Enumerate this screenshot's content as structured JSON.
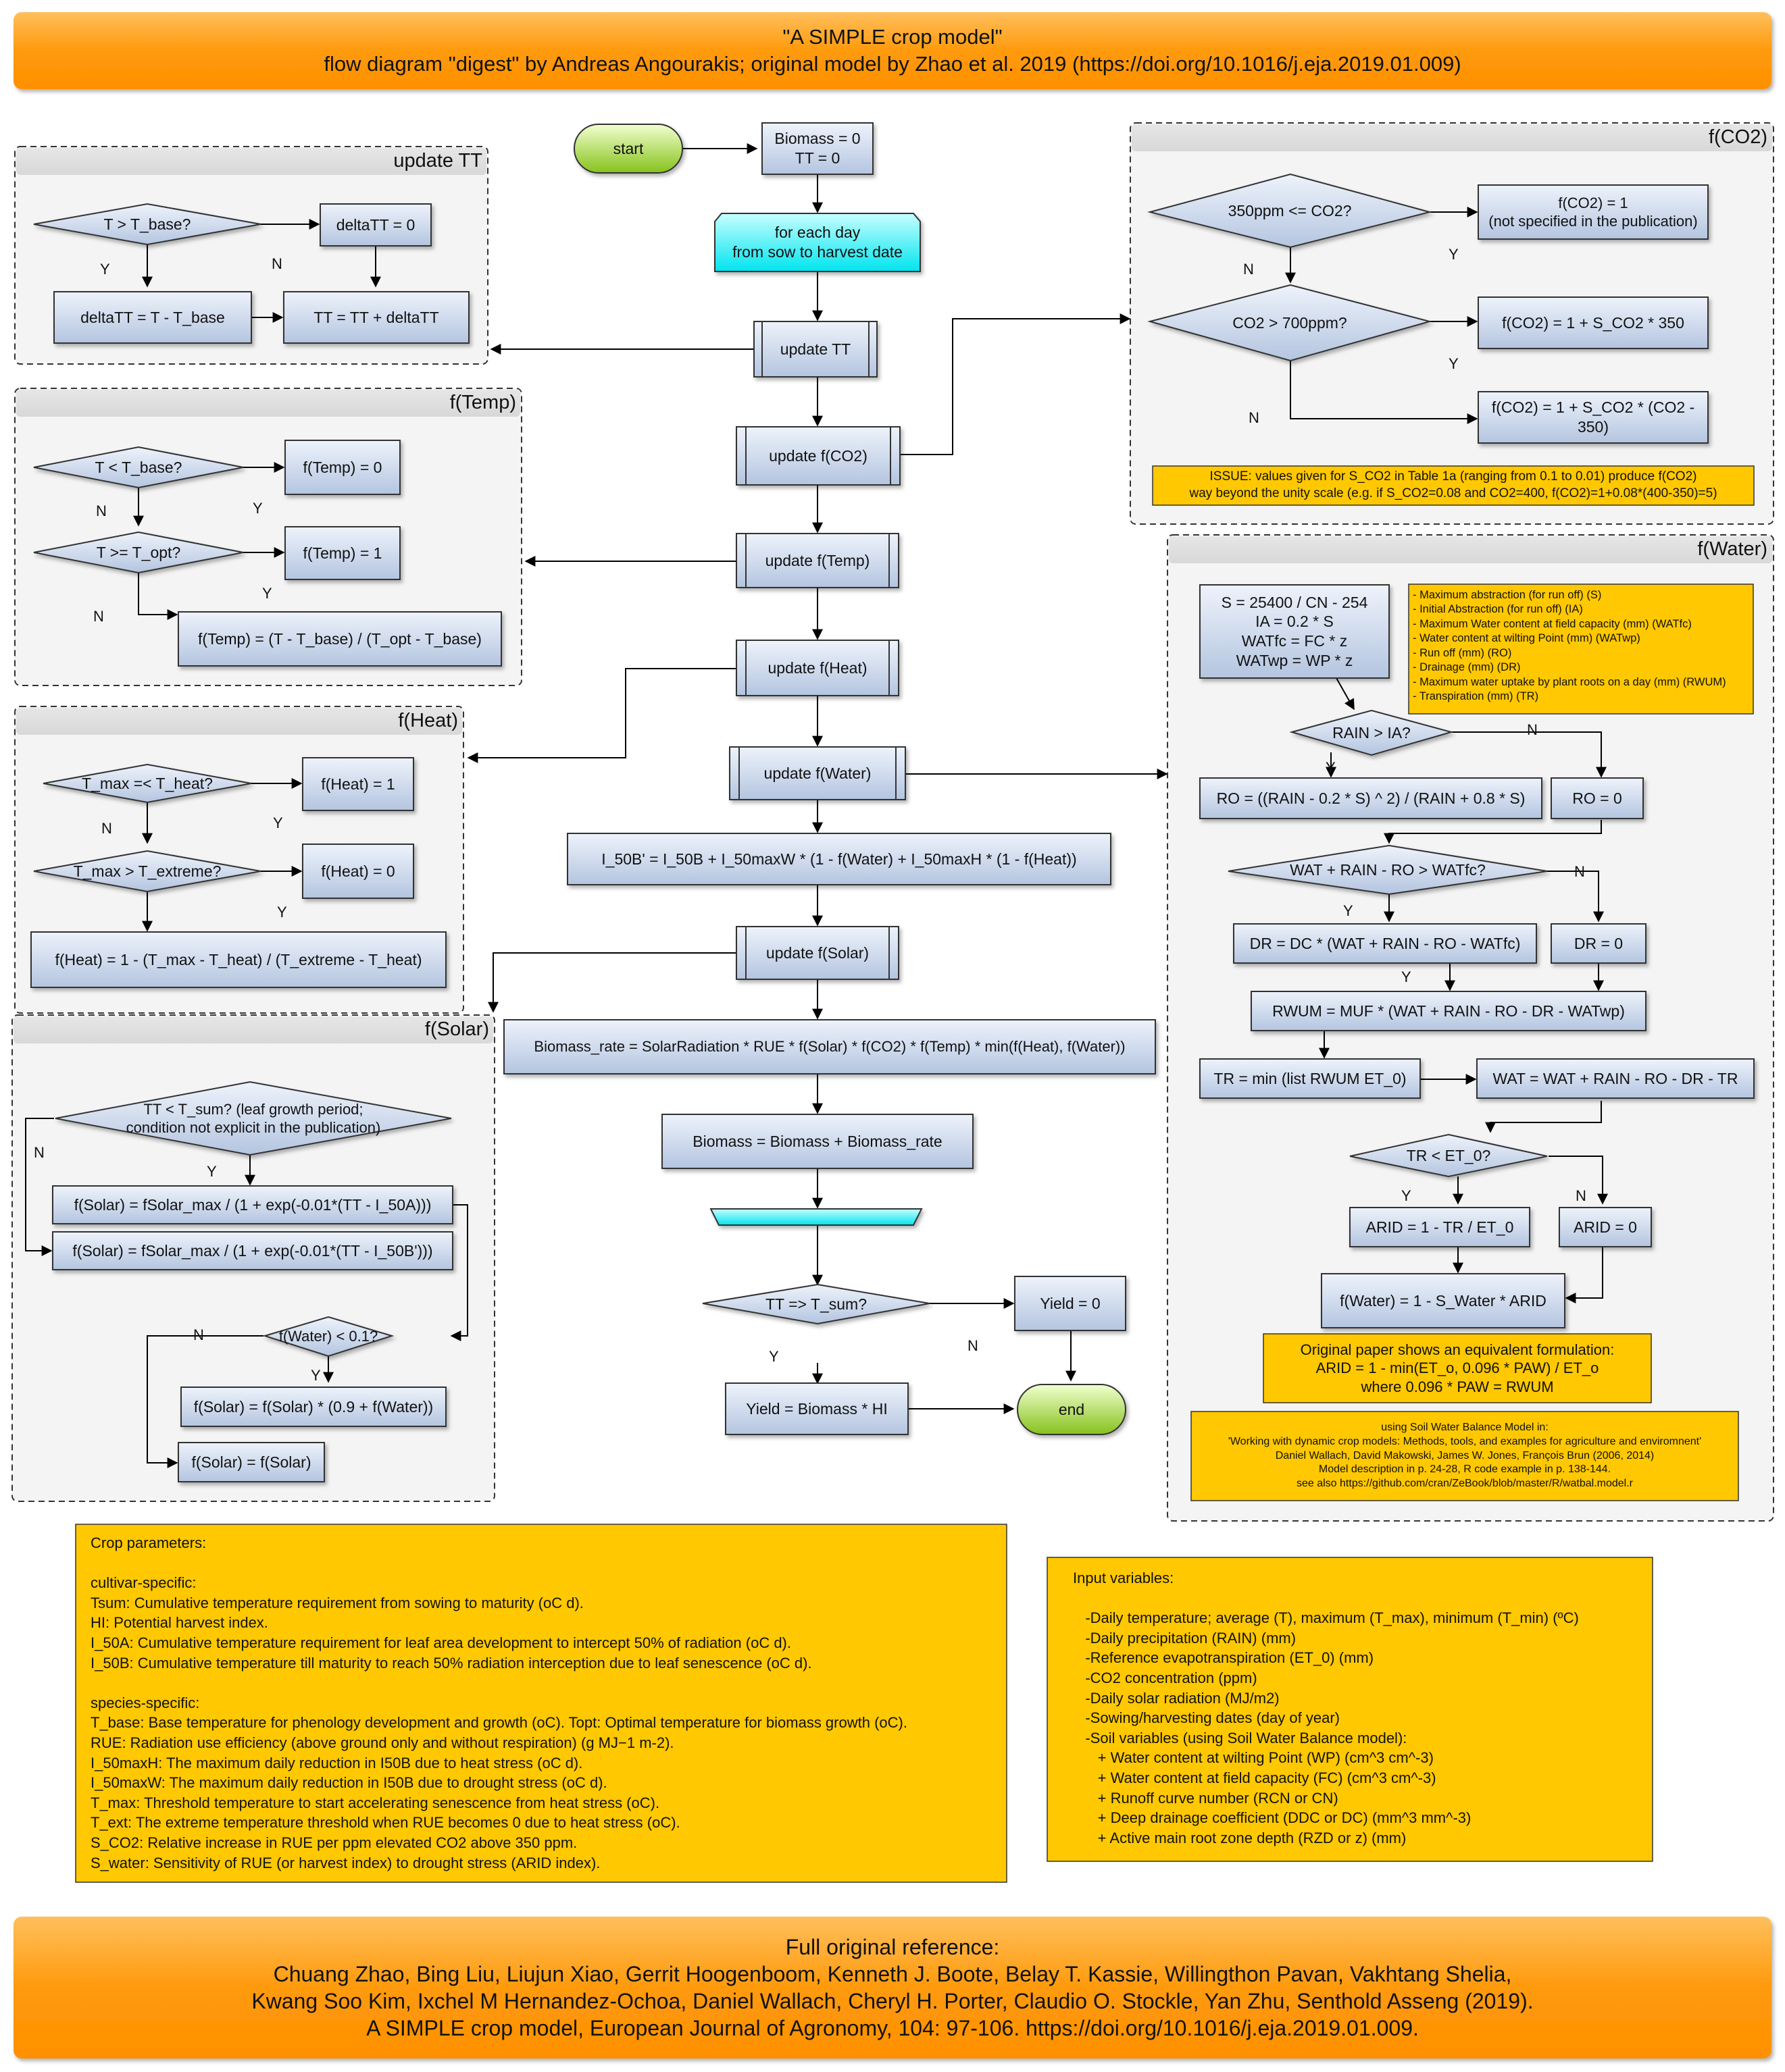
{
  "header": {
    "title": "\"A SIMPLE crop model\"",
    "subtitle": "flow diagram \"digest\" by Andreas Angourakis; original model by Zhao et al. 2019 (https://doi.org/10.1016/j.eja.2019.01.009)"
  },
  "main": {
    "start": "start",
    "init": "Biomass = 0\nTT = 0",
    "loop": "for each day\nfrom sow to harvest date",
    "update_tt": "update TT",
    "update_co2": "update f(CO2)",
    "update_temp": "update f(Temp)",
    "update_heat": "update f(Heat)",
    "update_water": "update f(Water)",
    "i50b": "I_50B' = I_50B + I_50maxW * (1 - f(Water) + I_50maxH * (1 - f(Heat))",
    "update_solar": "update f(Solar)",
    "biomass_rate": "Biomass_rate = SolarRadiation * RUE * f(Solar) * f(CO2) * f(Temp) * min(f(Heat), f(Water))",
    "biomass": "Biomass = Biomass + Biomass_rate",
    "tt_sum": "TT => T_sum?",
    "yield_zero": "Yield = 0",
    "yield": "Yield = Biomass * HI",
    "end": "end",
    "y": "Y",
    "n": "N"
  },
  "panel_tt": {
    "title": "update TT",
    "q": "T > T_base?",
    "zero": "deltaTT = 0",
    "calc": "deltaTT = T - T_base",
    "sum": "TT = TT + deltaTT"
  },
  "panel_temp": {
    "title": "f(Temp)",
    "q1": "T < T_base?",
    "r1": "f(Temp) = 0",
    "q2": "T >= T_opt?",
    "r2": "f(Temp) = 1",
    "r3": "f(Temp) = (T - T_base) / (T_opt - T_base)"
  },
  "panel_heat": {
    "title": "f(Heat)",
    "q1": "T_max =< T_heat?",
    "r1": "f(Heat) = 1",
    "q2": "T_max > T_extreme?",
    "r2": "f(Heat) = 0",
    "r3": "f(Heat) = 1 - (T_max - T_heat) / (T_extreme - T_heat)"
  },
  "panel_solar": {
    "title": "f(Solar)",
    "q1": "TT < T_sum? (leaf growth period;\ncondition not explicit in the publication)",
    "r1": "f(Solar) = fSolar_max / (1 + exp(-0.01*(TT - I_50A)))",
    "r2": "f(Solar) = fSolar_max / (1 + exp(-0.01*(TT - I_50B')))",
    "q2": "f(Water) < 0.1?",
    "r3": "f(Solar) = f(Solar) * (0.9 + f(Water))",
    "r4": "f(Solar) = f(Solar)"
  },
  "panel_co2": {
    "title": "f(CO2)",
    "q1": "350ppm <= CO2?",
    "r1": "f(CO2) = 1\n(not specified in the publication)",
    "q2": "CO2 > 700ppm?",
    "r2": "f(CO2) = 1 + S_CO2 * 350",
    "r3": "f(CO2) = 1 + S_CO2 * (CO2 - 350)",
    "issue": "ISSUE: values given for S_CO2 in Table 1a (ranging from 0.1 to 0.01) produce f(CO2)\nway beyond the unity scale (e.g. if S_CO2=0.08 and CO2=400, f(CO2)=1+0.08*(400-350)=5)"
  },
  "panel_water": {
    "title": "f(Water)",
    "init": "S = 25400 / CN - 254\nIA = 0.2 * S\nWATfc = FC * z\nWATwp = WP * z",
    "legend": "- Maximum abstraction (for run off) (S)\n- Initial Abstraction (for run off) (IA)\n- Maximum Water content at field capacity (mm) (WATfc)\n- Water content at wilting Point (mm) (WATwp)\n- Run off (mm) (RO)\n- Drainage (mm) (DR)\n- Maximum water uptake by plant roots on a day (mm) (RWUM)\n- Transpiration (mm) (TR)",
    "q1": "RAIN > IA?",
    "ro": "RO = ((RAIN - 0.2 * S) ^ 2) / (RAIN + 0.8 * S)",
    "ro0": "RO = 0",
    "q2": "WAT + RAIN - RO > WATfc?",
    "dr": "DR = DC * (WAT + RAIN - RO - WATfc)",
    "dr0": "DR = 0",
    "rwum": "RWUM = MUF * (WAT + RAIN - RO - DR - WATwp)",
    "tr": "TR = min (list RWUM ET_0)",
    "wat": "WAT = WAT + RAIN - RO - DR - TR",
    "q3": "TR < ET_0?",
    "arid": "ARID = 1 - TR / ET_0",
    "arid0": "ARID = 0",
    "fw": "f(Water) = 1 - S_Water * ARID",
    "orig": "Original paper shows an equivalent formulation:\nARID = 1 - min(ET_o, 0.096 * PAW) / ET_o\nwhere 0.096 * PAW = RWUM",
    "swb": "using Soil Water Balance Model in:\n'Working with dynamic crop models: Methods, tools, and examples for agriculture and enviromnent'\nDaniel Wallach, David Makowski, James W. Jones, François Brun (2006, 2014)\nModel description in p. 24-28, R code example in p. 138-144.\nsee also https://github.com/cran/ZeBook/blob/master/R/watbal.model.r"
  },
  "crop_params": "Crop parameters:\n\ncultivar-specific:\nTsum: Cumulative temperature requirement from sowing to maturity (oC d).\nHI: Potential harvest index.\nI_50A: Cumulative temperature requirement for leaf area development to intercept 50% of radiation (oC d).\nI_50B: Cumulative temperature till maturity to reach 50% radiation interception due to leaf senescence (oC d).\n\nspecies-specific:\nT_base: Base temperature for phenology development and growth (oC). Topt: Optimal temperature for biomass growth (oC).\nRUE: Radiation use efficiency (above ground only and without respiration) (g MJ−1 m-2).\nI_50maxH: The maximum daily reduction in I50B due to heat stress (oC d).\nI_50maxW: The maximum daily reduction in I50B due to drought stress (oC d).\nT_max: Threshold temperature to start accelerating senescence from heat stress (oC).\nT_ext: The extreme temperature threshold when RUE becomes 0 due to heat stress (oC).\nS_CO2: Relative increase in RUE per ppm elevated CO2 above 350 ppm.\nS_water: Sensitivity of RUE (or harvest index) to drought stress (ARID index).",
  "input_vars": "Input variables:\n\n   -Daily temperature; average (T), maximum (T_max), minimum (T_min) (ºC)\n   -Daily precipitation (RAIN) (mm)\n   -Reference evapotranspiration (ET_0) (mm)\n   -CO2 concentration (ppm)\n   -Daily solar radiation (MJ/m2)\n   -Sowing/harvesting dates (day of year)\n   -Soil variables (using Soil Water Balance model):\n      + Water content at wilting Point (WP) (cm^3 cm^-3)\n      + Water content at field capacity (FC) (cm^3 cm^-3)\n      + Runoff curve number (RCN or CN)\n      + Deep drainage coefficient (DDC or DC) (mm^3 mm^-3)\n      + Active main root zone depth (RZD or z) (mm)",
  "footer": {
    "heading": "Full original reference:",
    "line1": "Chuang Zhao, Bing Liu, Liujun Xiao, Gerrit Hoogenboom, Kenneth J. Boote, Belay T. Kassie, Willingthon Pavan, Vakhtang Shelia,",
    "line2": "Kwang Soo Kim, Ixchel M Hernandez-Ochoa, Daniel Wallach, Cheryl H. Porter, Claudio O. Stockle, Yan Zhu, Senthold Asseng (2019).",
    "line3": "A SIMPLE crop model, European Journal of Agronomy, 104: 97-106. https://doi.org/10.1016/j.eja.2019.01.009."
  },
  "colors": {
    "orange": "#ff9500",
    "note_yellow": "#ffc800",
    "panel_bg": "#f4f4f4",
    "box_top": "#e8eef8",
    "box_bottom": "#b5c6e0",
    "cyan": "#00f0f0",
    "green": "#9ccc30"
  }
}
